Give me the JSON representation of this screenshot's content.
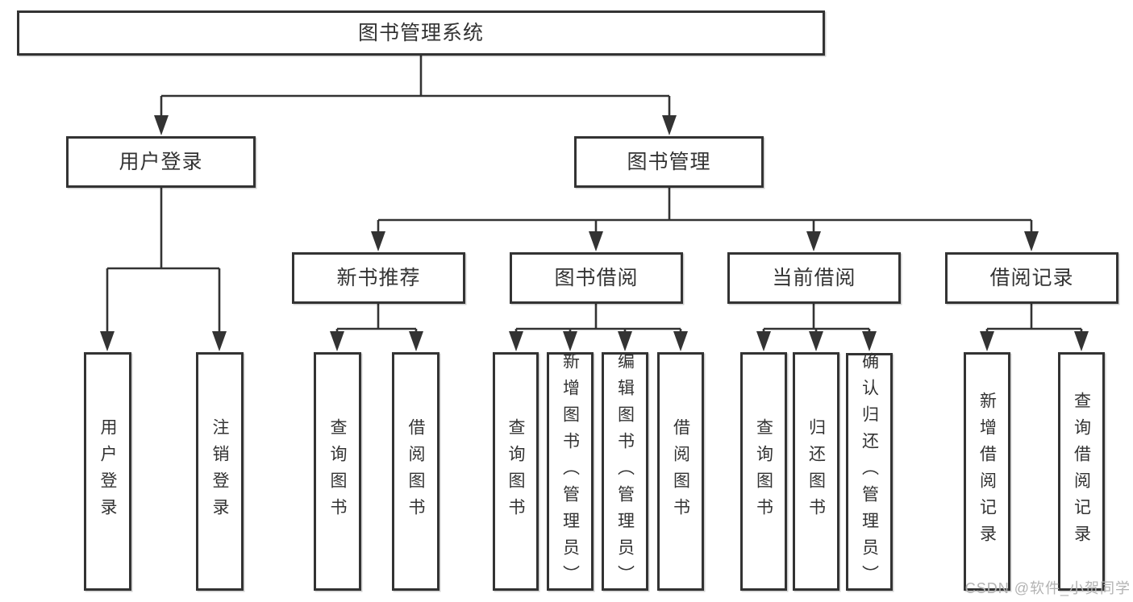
{
  "nodes": {
    "root": {
      "label": "图书管理系统"
    },
    "user_login": {
      "label": "用户登录"
    },
    "book_management": {
      "label": "图书管理"
    },
    "new_book_recommend": {
      "label": "新书推荐"
    },
    "book_borrowing": {
      "label": "图书借阅"
    },
    "current_borrowing": {
      "label": "当前借阅"
    },
    "borrowing_records": {
      "label": "借阅记录"
    },
    "leaf_user_login": {
      "label": "用户登录"
    },
    "leaf_logout": {
      "label": "注销登录"
    },
    "leaf_recommend_query_books": {
      "label": "查询图书"
    },
    "leaf_recommend_borrow_books": {
      "label": "借阅图书"
    },
    "leaf_borrowing_query_books": {
      "label": "查询图书"
    },
    "leaf_borrowing_add_books": {
      "label": "新增图书（管理员）"
    },
    "leaf_borrowing_edit_books": {
      "label": "编辑图书（管理员）"
    },
    "leaf_borrowing_borrow_books": {
      "label": "借阅图书"
    },
    "leaf_current_query_books": {
      "label": "查询图书"
    },
    "leaf_current_return_books": {
      "label": "归还图书"
    },
    "leaf_current_confirm_return": {
      "label": "确认归还（管理员）"
    },
    "leaf_records_add_record": {
      "label": "新增借阅记录"
    },
    "leaf_records_query_record": {
      "label": "查询借阅记录"
    }
  },
  "structure": {
    "图书管理系统": {
      "用户登录": [
        "用户登录",
        "注销登录"
      ],
      "图书管理": {
        "新书推荐": [
          "查询图书",
          "借阅图书"
        ],
        "图书借阅": [
          "查询图书",
          "新增图书（管理员）",
          "编辑图书（管理员）",
          "借阅图书"
        ],
        "当前借阅": [
          "查询图书",
          "归还图书",
          "确认归还（管理员）"
        ],
        "借阅记录": [
          "新增借阅记录",
          "查询借阅记录"
        ]
      }
    }
  },
  "watermark": {
    "text": "CSDN @软件_小贺同学"
  },
  "colors": {
    "line": "#333333",
    "border": "#333333",
    "fill": "#ffffff",
    "text": "#333333",
    "watermark": "#b3b3b3",
    "background": "#ffffff"
  }
}
